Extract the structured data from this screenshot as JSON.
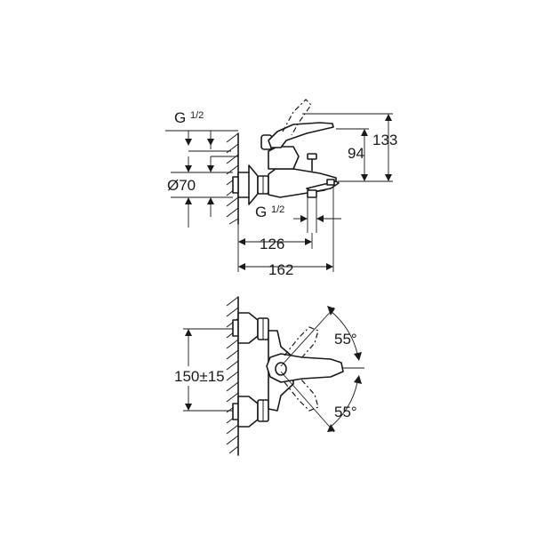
{
  "side_view": {
    "inlet_thread": {
      "main": "G",
      "fraction": "1/2"
    },
    "outlet_thread": {
      "main": "G",
      "fraction": "1/2"
    },
    "diameter_label": "Ø70",
    "height_94": "94",
    "height_133": "133",
    "depth_126": "126",
    "depth_162": "162"
  },
  "top_view": {
    "center_distance": "150±15",
    "angle_top": "55°",
    "angle_bottom": "55°"
  }
}
